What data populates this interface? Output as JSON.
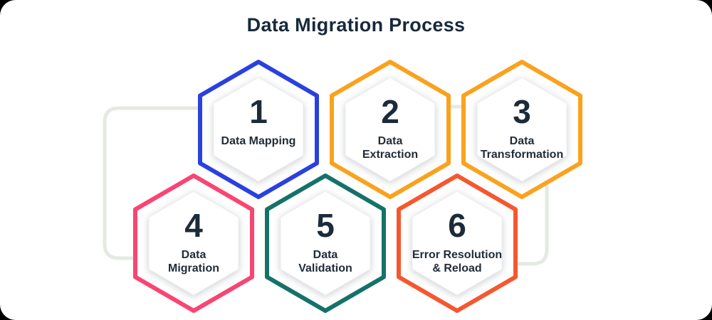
{
  "title": "Data Migration Process",
  "title_color": "#17293B",
  "number_color": "#1C2B3A",
  "label_color": "#222D38",
  "connector_color": "#E4EAE2",
  "steps": [
    {
      "number": "1",
      "label": "Data Mapping",
      "color": "#2A41DF"
    },
    {
      "number": "2",
      "label": "Data\nExtraction",
      "color": "#FAA21E"
    },
    {
      "number": "3",
      "label": "Data\nTransformation",
      "color": "#FAA21E"
    },
    {
      "number": "4",
      "label": "Data\nMigration",
      "color": "#F94572"
    },
    {
      "number": "5",
      "label": "Data\nValidation",
      "color": "#15726A"
    },
    {
      "number": "6",
      "label": "Error Resolution\n& Reload",
      "color": "#F6572F"
    }
  ]
}
